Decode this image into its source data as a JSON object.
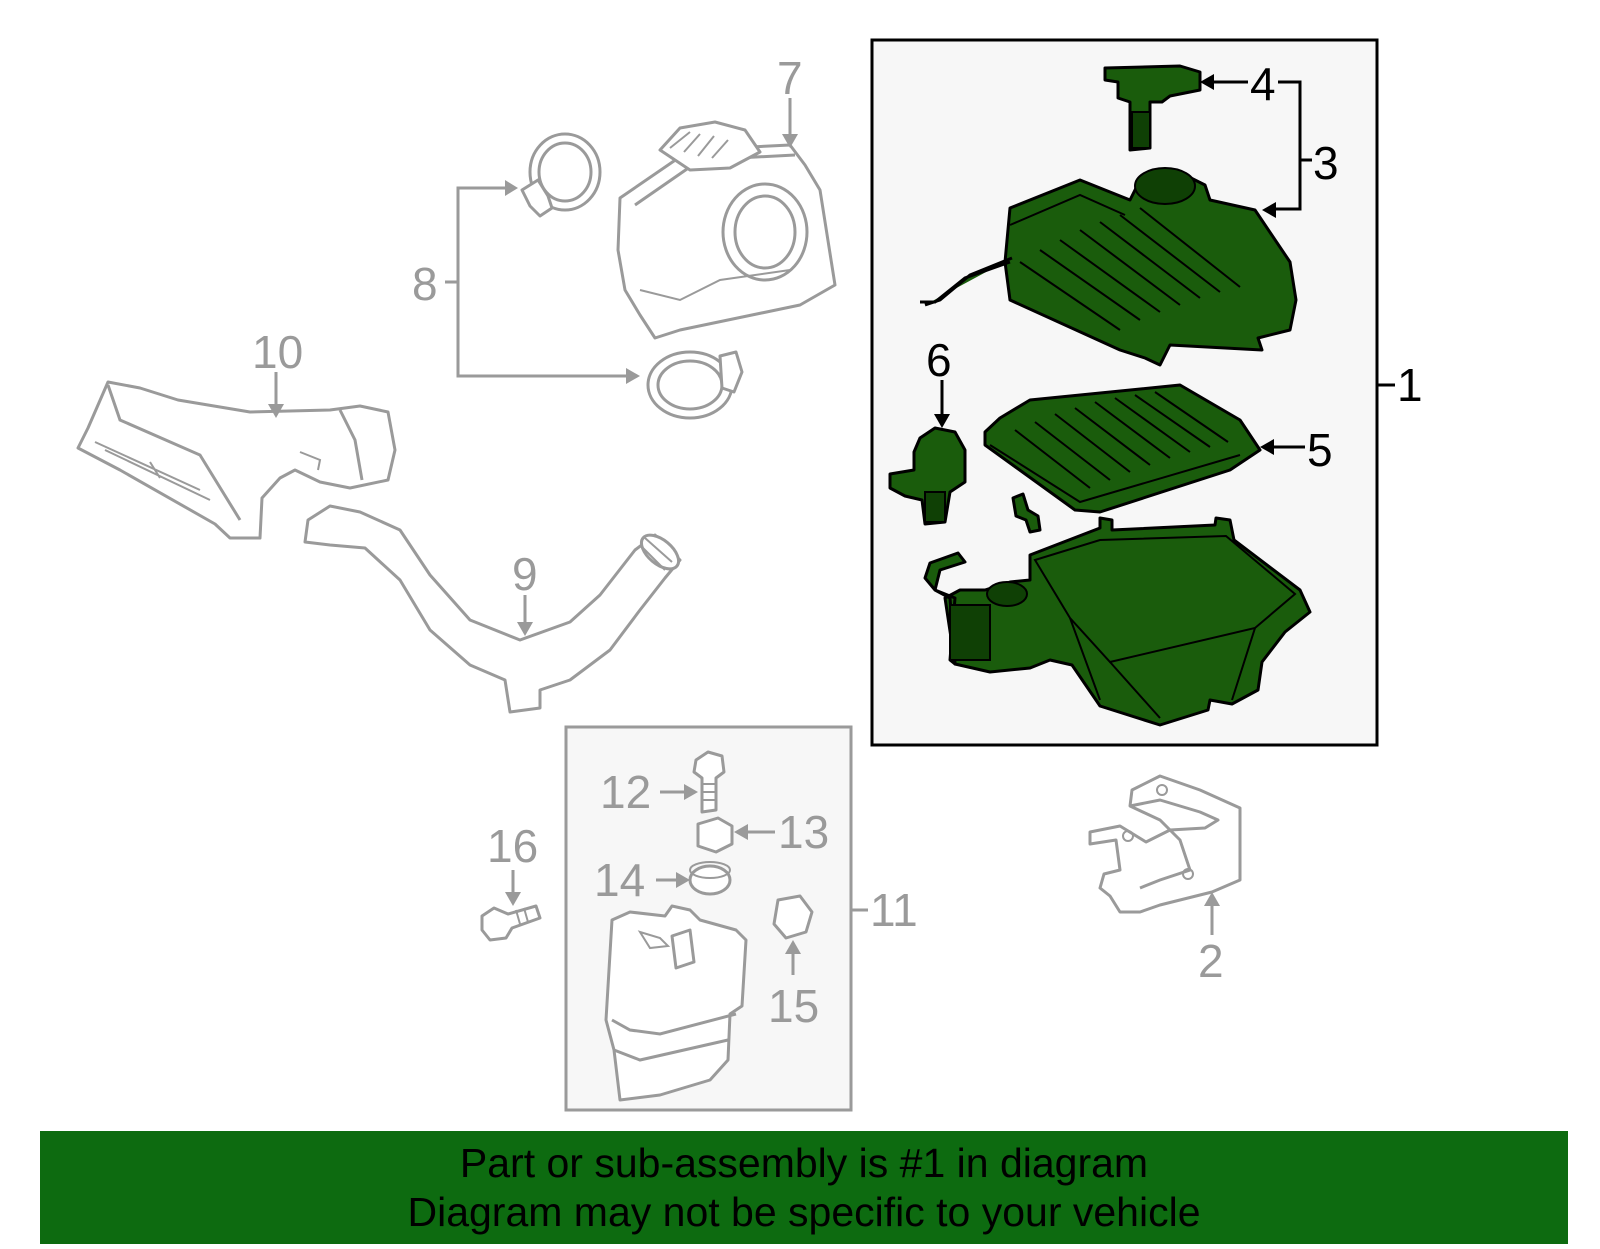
{
  "callouts": {
    "c1": "1",
    "c2": "2",
    "c3": "3",
    "c4": "4",
    "c5": "5",
    "c6": "6",
    "c7": "7",
    "c8": "8",
    "c9": "9",
    "c10": "10",
    "c11": "11",
    "c12": "12",
    "c13": "13",
    "c14": "14",
    "c15": "15",
    "c16": "16"
  },
  "banner": {
    "line1": "Part or sub-assembly is #1 in diagram",
    "line2": "Diagram may not be specific to your vehicle"
  },
  "colors": {
    "highlight_green": "#1a5c0c",
    "banner_green": "#0d6b10",
    "outline_grey": "#9a9a9a"
  }
}
